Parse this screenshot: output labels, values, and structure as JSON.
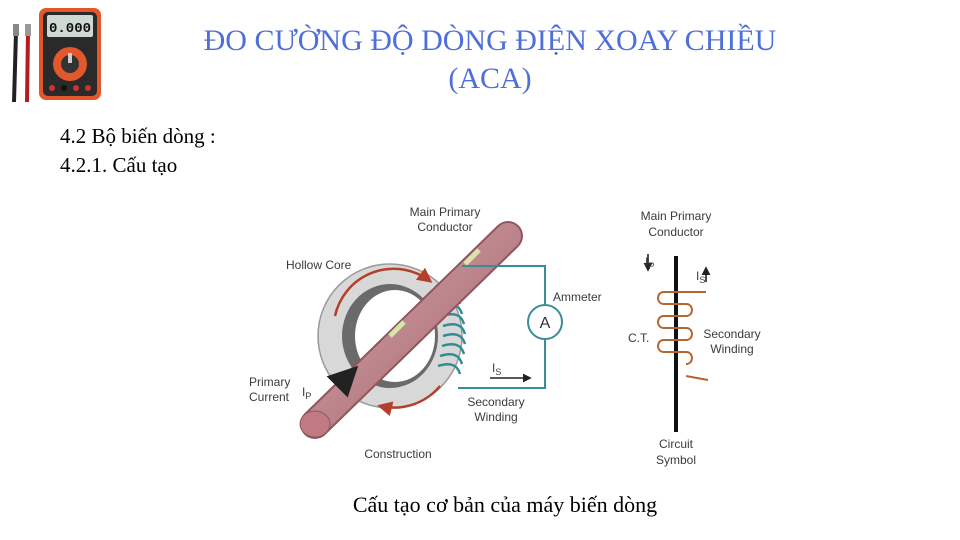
{
  "slide": {
    "title_line1": "ĐO CƯỜNG ĐỘ DÒNG ĐIỆN XOAY CHIỀU",
    "title_line2": "(ACA)",
    "section": "4.2 Bộ biến dòng :",
    "subsection": "4.2.1. Cấu tạo",
    "caption": "Cấu tạo cơ bản của máy biến dòng",
    "colors": {
      "title": "#4f6fd8",
      "ammeter_line": "#3a8d96",
      "conductor": "#c98a92",
      "coil": "#b7652f"
    }
  },
  "logo": {
    "display": "0.000",
    "icon": "multimeter-icon"
  },
  "diagram": {
    "main_primary_l1": "Main Primary",
    "main_primary_l2": "Conductor",
    "hollow_core": "Hollow Core",
    "ammeter": "Ammeter",
    "ammeter_symbol": "A",
    "primary_l1": "Primary",
    "primary_l2": "Current",
    "ip": "I",
    "ip_sub": "P",
    "is": "I",
    "is_sub": "S",
    "secondary_l1": "Secondary",
    "secondary_l2": "Winding",
    "construction": "Construction",
    "sym_main_l1": "Main Primary",
    "sym_main_l2": "Conductor",
    "sym_ip": "I",
    "sym_ip_sub": "P",
    "sym_is": "I",
    "sym_is_sub": "S",
    "ct": "C.T.",
    "sym_secondary_l1": "Secondary",
    "sym_secondary_l2": "Winding",
    "circuit_l1": "Circuit",
    "circuit_l2": "Symbol"
  }
}
